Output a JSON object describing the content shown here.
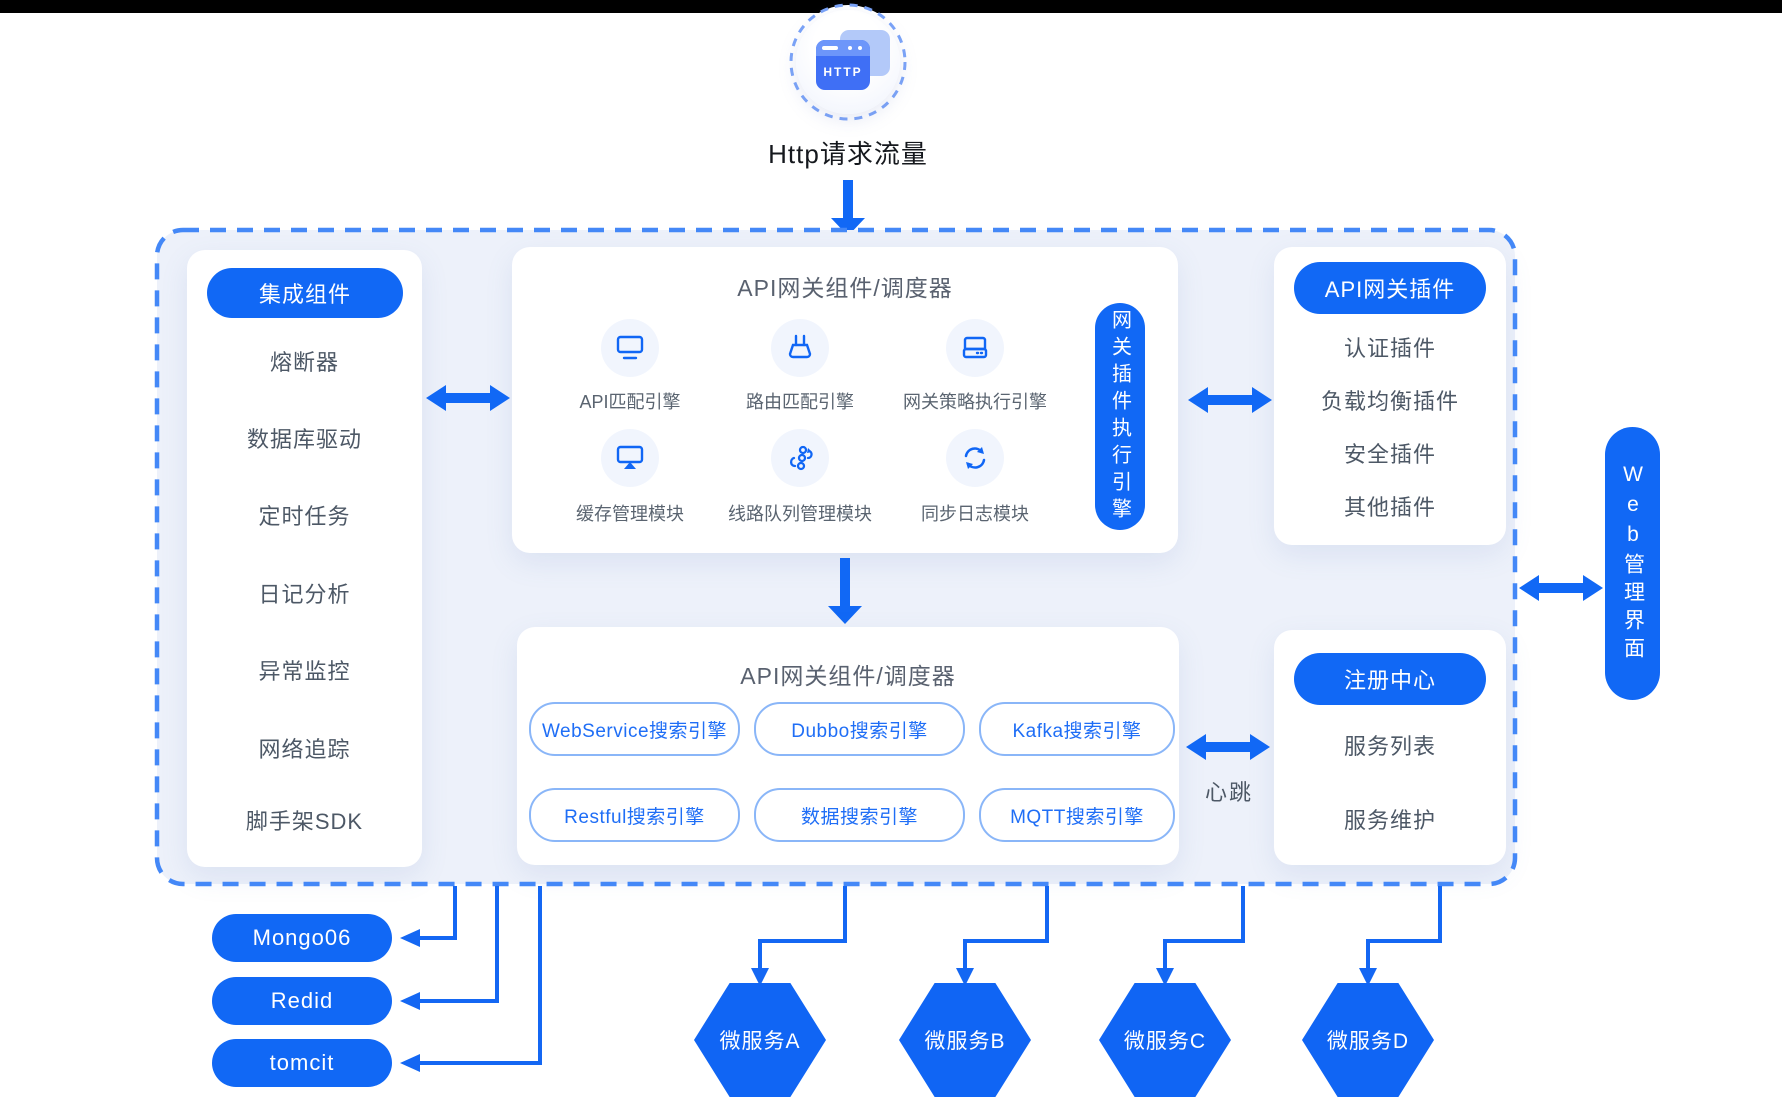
{
  "colors": {
    "primary_blue": "#1168f5",
    "dashed_border": "#4488f7",
    "container_bg": "#edf1fa",
    "pill_border": "#8ab6f8",
    "gray_text": "#4d5866"
  },
  "http": {
    "icon_text": "HTTP",
    "label": "Http请求流量"
  },
  "integration_panel": {
    "title": "集成组件",
    "items": [
      "熔断器",
      "数据库驱动",
      "定时任务",
      "日记分析",
      "异常监控",
      "网络追踪",
      "脚手架SDK"
    ]
  },
  "gateway_top": {
    "title": "API网关组件/调度器",
    "side_pill": "网关插件执行引擎",
    "modules": [
      {
        "label": "API匹配引擎",
        "icon": "monitor-icon"
      },
      {
        "label": "路由匹配引擎",
        "icon": "router-icon"
      },
      {
        "label": "网关策略执行引擎",
        "icon": "server-icon"
      },
      {
        "label": "缓存管理模块",
        "icon": "monitor-stand-icon"
      },
      {
        "label": "线路队列管理模块",
        "icon": "queue-icon"
      },
      {
        "label": "同步日志模块",
        "icon": "sync-icon"
      }
    ]
  },
  "plugins_panel": {
    "title": "API网关插件",
    "items": [
      "认证插件",
      "负载均衡插件",
      "安全插件",
      "其他插件"
    ]
  },
  "gateway_bottom": {
    "title": "API网关组件/调度器",
    "engines": [
      "WebService搜索引擎",
      "Dubbo搜索引擎",
      "Kafka搜索引擎",
      "Restful搜索引擎",
      "数据搜索引擎",
      "MQTT搜索引擎"
    ]
  },
  "registry_panel": {
    "title": "注册中心",
    "items": [
      "服务列表",
      "服务维护"
    ]
  },
  "web_admin_pill": "Web管理界面",
  "heartbeat_label": "心跳",
  "databases": [
    "Mongo06",
    "Redid",
    "tomcit"
  ],
  "microservices": [
    "微服务A",
    "微服务B",
    "微服务C",
    "微服务D"
  ]
}
